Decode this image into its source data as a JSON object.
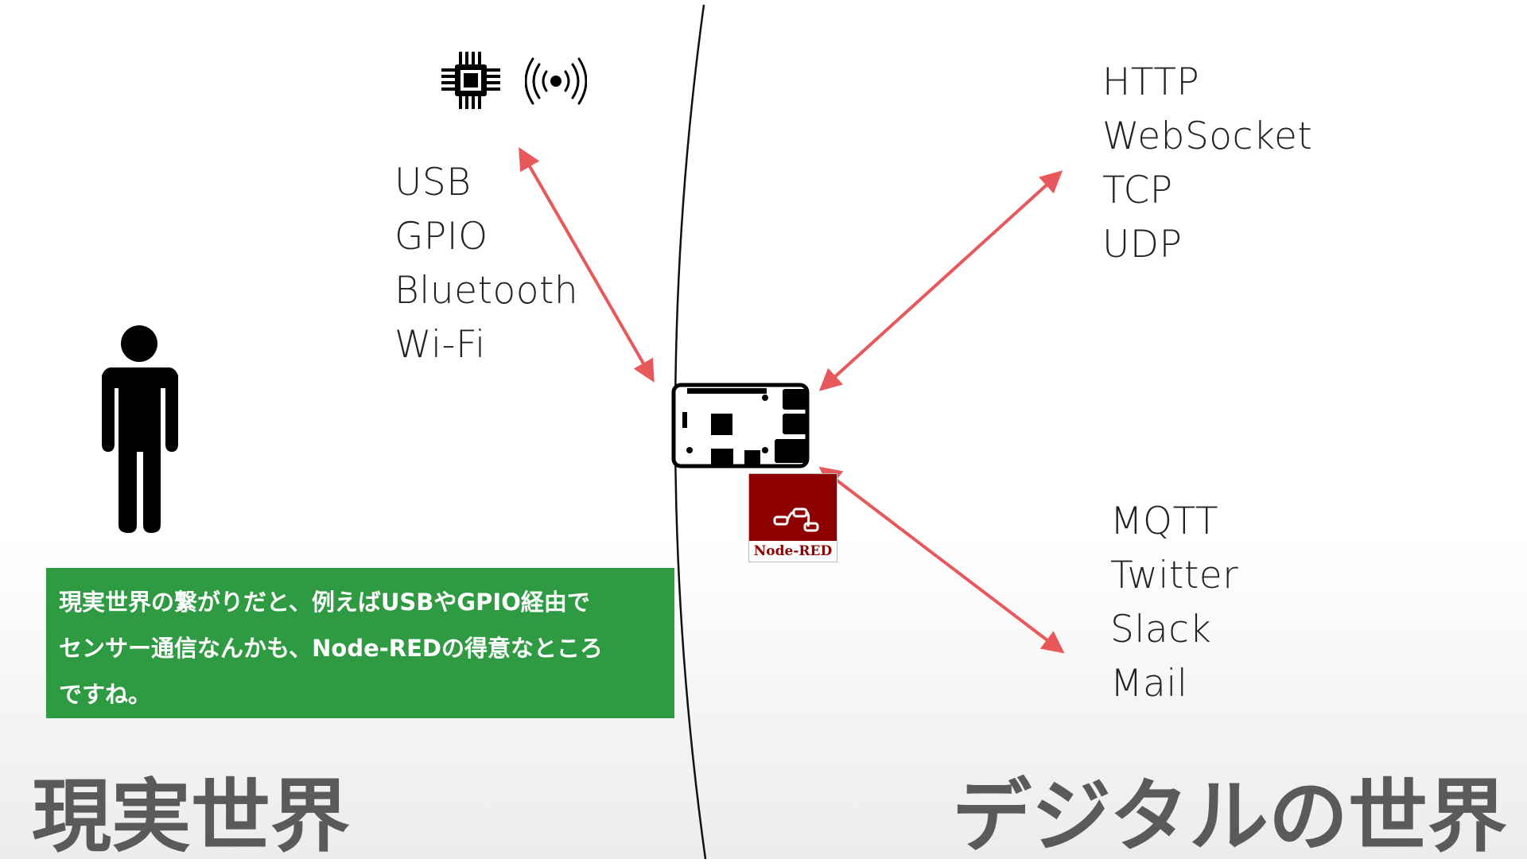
{
  "labels": {
    "device_protocols": [
      "USB",
      "GPIO",
      "Bluetooth",
      "Wi-Fi"
    ],
    "network_protocols": [
      "HTTP",
      "WebSocket",
      "TCP",
      "UDP"
    ],
    "services": [
      "MQTT",
      "Twitter",
      "Slack",
      "Mail"
    ],
    "real_world": "現実世界",
    "digital_world": "デジタルの世界",
    "node_red": "Node-RED"
  },
  "caption": {
    "lines": [
      "現実世界の繋がりだと、例えばUSBやGPIO経由で",
      "センサー通信なんかも、Node-REDの得意なところ",
      "ですね。"
    ],
    "background_color": "#2e9a41"
  },
  "icons": [
    "person-icon",
    "chip-icon",
    "wireless-signal-icon",
    "raspberry-pi-board-icon",
    "node-red-logo"
  ],
  "colors": {
    "arrow": "#e8585a",
    "caption_bg": "#2e9a41",
    "world_label": "#5a5a5a",
    "node_red": "#8f0000"
  }
}
